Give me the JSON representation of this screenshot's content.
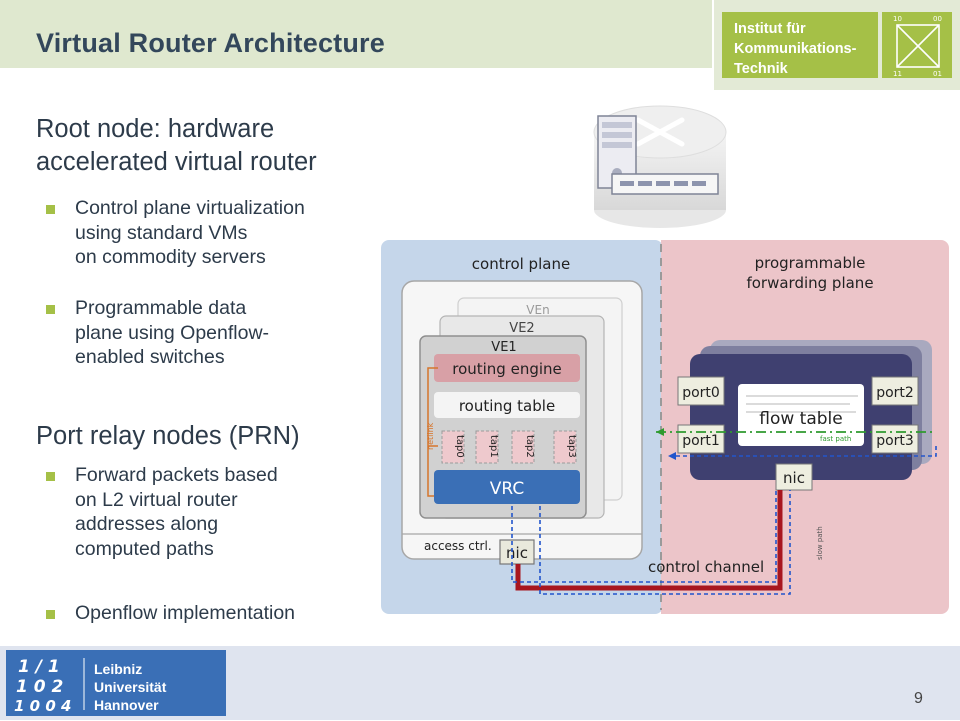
{
  "slide": {
    "title": "Virtual Router Architecture",
    "page_number": "9"
  },
  "institute": {
    "line1": "Institut für",
    "line2": "Kommunikations-",
    "line3": "Technik",
    "corner_labels": [
      "10",
      "00",
      "11",
      "01"
    ]
  },
  "root": {
    "heading_line1": "Root node: hardware",
    "heading_line2": "accelerated virtual router",
    "bullets": [
      {
        "l1": "Control plane virtualization",
        "l2": "using standard VMs",
        "l3": "on commodity servers"
      },
      {
        "l1": "Programmable data",
        "l2": "plane using Openflow-",
        "l3": "enabled switches"
      }
    ]
  },
  "prn": {
    "heading": "Port relay nodes (PRN)",
    "bullets": [
      {
        "l1": "Forward packets based",
        "l2": "on L2 virtual router",
        "l3": "addresses along",
        "l4": "computed paths"
      },
      {
        "l1": "Openflow implementation"
      }
    ]
  },
  "diagram": {
    "control_plane_label": "control plane",
    "forwarding_label_l1": "programmable",
    "forwarding_label_l2": "forwarding plane",
    "ven": "VEn",
    "ve2": "VE2",
    "ve1": "VE1",
    "routing_engine": "routing engine",
    "routing_table": "routing table",
    "netlink": "netlink",
    "taps": [
      "tap0",
      "tap1",
      "tap2",
      "tap3"
    ],
    "vrc": "VRC",
    "access_ctrl": "access ctrl.",
    "nic": "nic",
    "control_channel": "control channel",
    "ports": [
      "port0",
      "port2",
      "port1",
      "port3"
    ],
    "flow_table": "flow table",
    "fast_path": "fast path",
    "slow_path": "slow path",
    "nic2": "nic"
  },
  "university": {
    "digits_l1": "1 / 1",
    "digits_l2": "1 0 2",
    "digits_l3": "1 0 0 4",
    "name_l1": "Leibniz",
    "name_l2": "Universität",
    "name_l3": "Hannover"
  },
  "colors": {
    "accent_green": "#a5c047",
    "title_band": "#dfe8cf",
    "control_plane_bg": "#c5d6ea",
    "forwarding_plane_bg": "#ecc5c9",
    "uni_blue": "#3a6fb6"
  }
}
